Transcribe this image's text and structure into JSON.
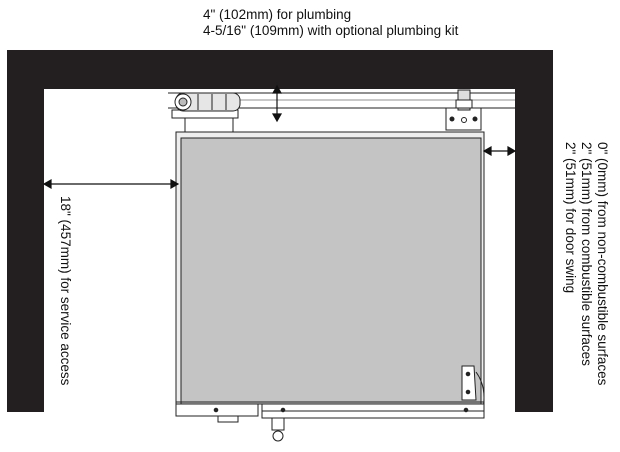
{
  "clearances": {
    "top": {
      "line1": "4\" (102mm) for plumbing",
      "line2": "4-5/16\" (109mm) with optional plumbing kit"
    },
    "left": {
      "text": "18\" (457mm) for service access"
    },
    "right": {
      "line1": "0\" (0mm) from non-combustible surfaces",
      "line2": "2\" (51mm) from combustible surfaces",
      "line3": "2\" (51mm) for door swing"
    }
  },
  "colors": {
    "wall": "#231f20",
    "unit_body": "#c4c4c4",
    "line": "#222222"
  }
}
